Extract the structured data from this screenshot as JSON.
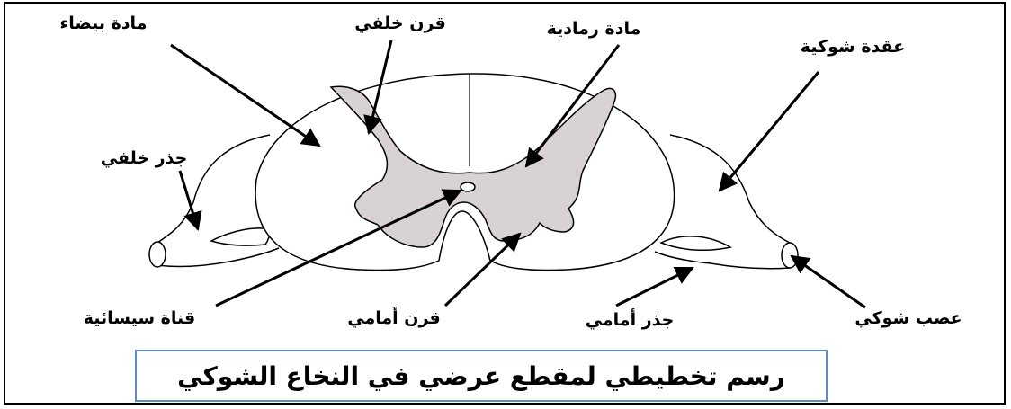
{
  "labels": {
    "white_matter": "مادة بيضاء",
    "dorsal_horn": "قرن خلفي",
    "gray_matter": "مادة رمادية",
    "spinal_ganglion": "عقدة شوكية",
    "dorsal_root": "جذر خلفي",
    "central_canal": "قناة سيسائية",
    "ventral_horn": "قرن أمامي",
    "ventral_root": "جذر أمامي",
    "spinal_nerve": "عصب شوكي"
  },
  "caption": "رسم تخطيطي لمقطع عرضي في النخاع الشوكي",
  "colors": {
    "gray_matter_fill": "#d8d2d2",
    "caption_border": "#5b8cc7"
  }
}
